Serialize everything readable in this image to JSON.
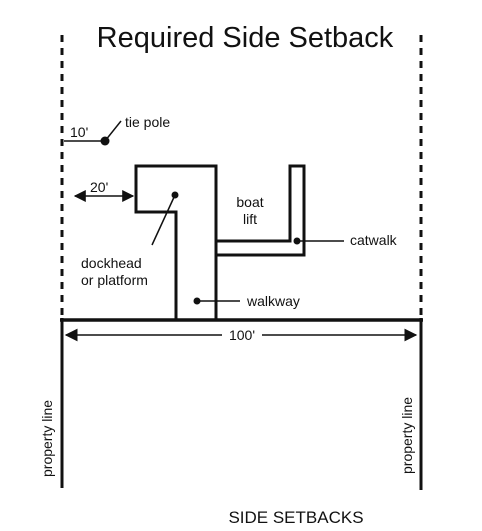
{
  "title": "Required Side Setback",
  "caption": "SIDE SETBACKS",
  "labels": {
    "tie_pole": "tie pole",
    "tie_pole_distance": "10'",
    "dockhead_distance": "20'",
    "boat_lift_line1": "boat",
    "boat_lift_line2": "lift",
    "catwalk": "catwalk",
    "dockhead_line1": "dockhead",
    "dockhead_line2": "or platform",
    "walkway": "walkway",
    "frontage": "100'",
    "property_line_left": "property line",
    "property_line_right": "property line"
  },
  "colors": {
    "ink": "#111111",
    "background": "#ffffff"
  }
}
